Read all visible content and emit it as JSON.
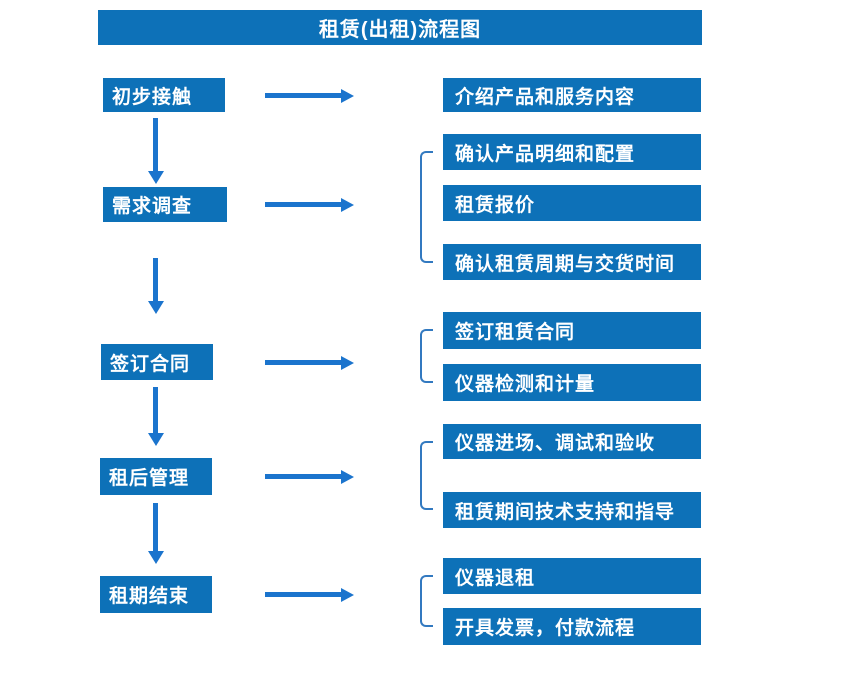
{
  "title": "租赁(出租)流程图",
  "colors": {
    "box_blue": "#0d71b8",
    "arrow_blue": "#1b74cd",
    "bracket_blue": "#3279c0",
    "text": "#ffffff",
    "background": "#ffffff"
  },
  "steps": [
    {
      "label": "初步接触",
      "outputs": [
        "介绍产品和服务内容"
      ]
    },
    {
      "label": "需求调查",
      "outputs": [
        "确认产品明细和配置",
        "租赁报价",
        "确认租赁周期与交货时间"
      ]
    },
    {
      "label": "签订合同",
      "outputs": [
        "签订租赁合同",
        "仪器检测和计量"
      ]
    },
    {
      "label": "租后管理",
      "outputs": [
        "仪器进场、调试和验收",
        "租赁期间技术支持和指导"
      ]
    },
    {
      "label": "租期结束",
      "outputs": [
        "仪器退租",
        "开具发票，付款流程"
      ]
    }
  ]
}
